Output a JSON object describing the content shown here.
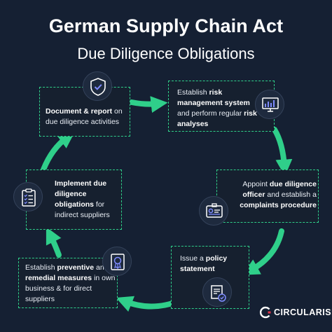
{
  "header": {
    "title": "German Supply Chain Act",
    "subtitle": "Due Diligence Obligations"
  },
  "steps": [
    {
      "id": "risk-management",
      "parts": [
        {
          "text": "Establish ",
          "bold": false
        },
        {
          "text": "risk management system",
          "bold": true
        },
        {
          "text": " and perform regular ",
          "bold": false
        },
        {
          "text": "risk analyses",
          "bold": true
        }
      ],
      "icon": "monitor-chart-icon"
    },
    {
      "id": "appoint-officer",
      "parts": [
        {
          "text": "Appoint ",
          "bold": false
        },
        {
          "text": "due diligence officer",
          "bold": true
        },
        {
          "text": " and establish a ",
          "bold": false
        },
        {
          "text": "complaints procedure",
          "bold": true
        }
      ],
      "icon": "id-badge-icon"
    },
    {
      "id": "policy-statement",
      "parts": [
        {
          "text": "Issue a ",
          "bold": false
        },
        {
          "text": "policy statement",
          "bold": true
        }
      ],
      "icon": "document-check-icon"
    },
    {
      "id": "preventive-measures",
      "parts": [
        {
          "text": "Establish ",
          "bold": false
        },
        {
          "text": "preventive",
          "bold": true
        },
        {
          "text": " and ",
          "bold": false
        },
        {
          "text": "remedial measures",
          "bold": true
        },
        {
          "text": " in own business & for direct suppliers",
          "bold": false
        }
      ],
      "icon": "certificate-icon"
    },
    {
      "id": "indirect-suppliers",
      "parts": [
        {
          "text": "Implement due diligence obligations",
          "bold": true
        },
        {
          "text": " for indirect suppliers",
          "bold": false
        }
      ],
      "icon": "clipboard-checklist-icon"
    },
    {
      "id": "document-report",
      "parts": [
        {
          "text": "Document & report",
          "bold": true
        },
        {
          "text": " on due diligence activities",
          "bold": false
        }
      ],
      "icon": "shield-check-icon"
    }
  ],
  "brand": {
    "name": "CIRCULARISE",
    "icon": "circularise-logo-icon"
  },
  "colors": {
    "background": "#152033",
    "accent": "#2fcf8a",
    "box_background": "#16202f",
    "icon_stroke": "#7f8cff"
  }
}
